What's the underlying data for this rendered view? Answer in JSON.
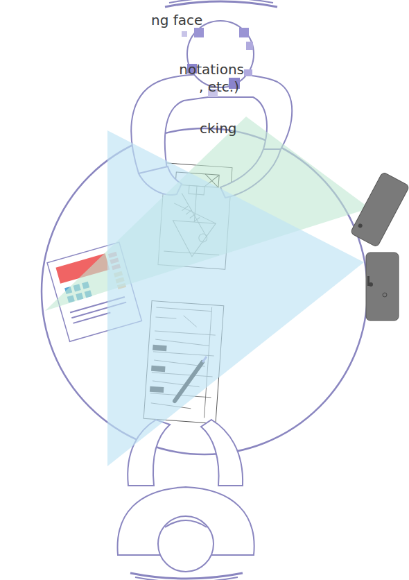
{
  "diagram": {
    "labels": [
      "ng face",
      "notations",
      ", etc.)",
      "cking"
    ]
  }
}
